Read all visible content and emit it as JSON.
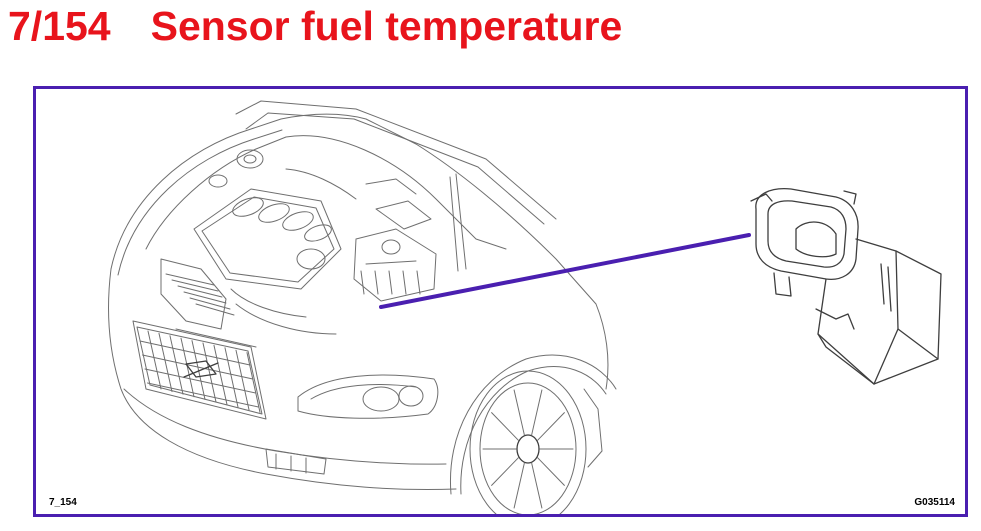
{
  "page": {
    "code": "7/154",
    "title": "Sensor fuel temperature"
  },
  "figure": {
    "ref_left": "7_154",
    "ref_right": "G035114"
  },
  "colors": {
    "title": "#e8141c",
    "frame": "#4a1fb0",
    "leader": "#4a1fb0",
    "lineart": "#6f6f6f"
  }
}
